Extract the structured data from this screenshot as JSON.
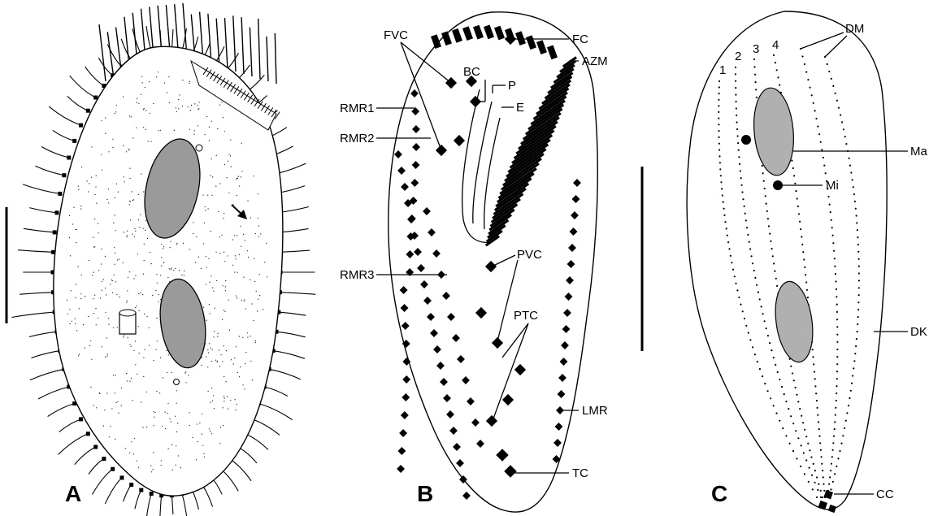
{
  "figure": {
    "panels": [
      {
        "letter": "A"
      },
      {
        "letter": "B",
        "labels": {
          "fc": "FC",
          "azm": "AZM",
          "fvc": "FVC",
          "bc": "BC",
          "p": "P",
          "e": "E",
          "rmr1": "RMR1",
          "rmr2": "RMR2",
          "rmr3": "RMR3",
          "pvc": "PVC",
          "ptc": "PTC",
          "lmr": "LMR",
          "tc": "TC"
        }
      },
      {
        "letter": "C",
        "labels": {
          "dm": "DM",
          "k1": "1",
          "k2": "2",
          "k3": "3",
          "k4": "4",
          "ma": "Ma",
          "mi": "Mi",
          "dk": "DK",
          "cc": "CC"
        }
      }
    ],
    "colors": {
      "ink": "#000000",
      "background": "#ffffff"
    }
  }
}
